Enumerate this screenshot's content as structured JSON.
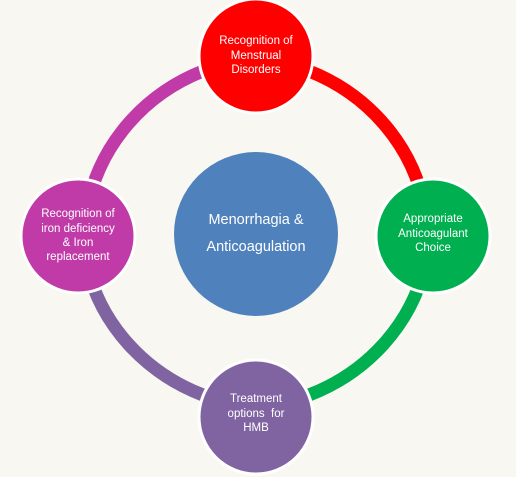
{
  "diagram": {
    "center": {
      "line1": "Menorrhagia &",
      "line2": "Anticoagulation",
      "color": "#4f81bd"
    },
    "nodes": [
      {
        "id": "top",
        "lines": [
          "Recognition of",
          "Menstrual",
          "Disorders"
        ],
        "color": "#ff0000"
      },
      {
        "id": "right",
        "lines": [
          "Appropriate",
          "Anticoagulant",
          "Choice"
        ],
        "color": "#00b050"
      },
      {
        "id": "bottom",
        "lines": [
          "Treatment",
          "options  for",
          "HMB"
        ],
        "color": "#8064a2"
      },
      {
        "id": "left",
        "lines": [
          "Recognition of",
          "iron deficiency",
          "& Iron",
          "replacement"
        ],
        "color": "#c13ba8"
      }
    ],
    "arc_colors": {
      "top_right": "#ff0000",
      "right_bottom": "#00b050",
      "bottom_left": "#8064a2",
      "left_top": "#c13ba8"
    },
    "node_border": "#ffffff",
    "background": "#f8f7f2"
  }
}
